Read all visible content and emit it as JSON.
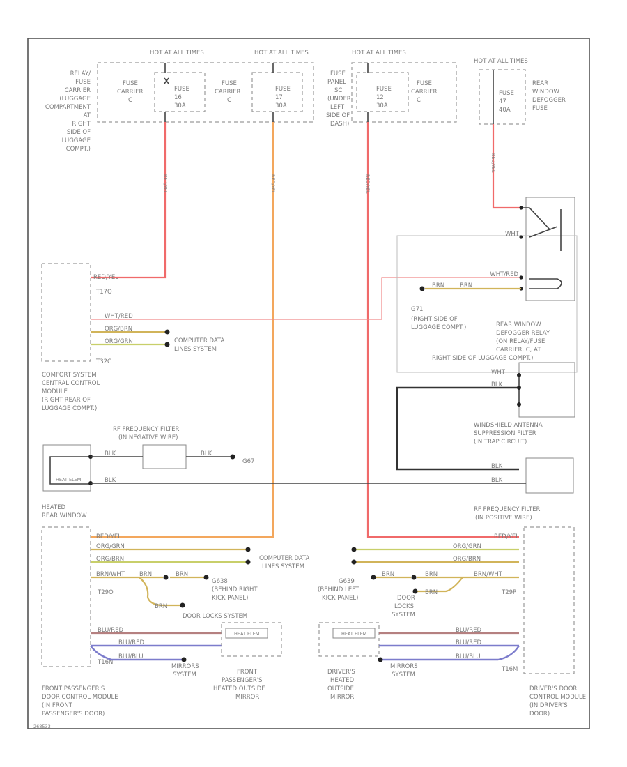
{
  "fuses": {
    "hot1": "HOT AT ALL TIMES",
    "hot2": "HOT AT ALL TIMES",
    "hot3": "HOT AT ALL TIMES",
    "hot4": "HOT AT ALL TIMES",
    "relay_carrier": [
      "RELAY/",
      "FUSE",
      "CARRIER",
      "(LUGGAGE",
      "COMPARTMENT",
      "AT",
      "RIGHT",
      "SIDE OF",
      "LUGGAGE",
      "COMPT.)"
    ],
    "fuse_carrier_a": [
      "FUSE",
      "CARRIER",
      "C"
    ],
    "fuse_carrier_b": [
      "FUSE",
      "CARRIER",
      "C"
    ],
    "fuse_carrier_c": [
      "FUSE",
      "CARRIER",
      "C"
    ],
    "fuse_a": [
      "FUSE",
      "16",
      "30A"
    ],
    "fuse_b": [
      "FUSE",
      "17",
      "30A"
    ],
    "fuse_c": [
      "FUSE",
      "12",
      "30A"
    ],
    "fuse_panel": [
      "FUSE",
      "PANEL",
      "SC",
      "(UNDER",
      "LEFT",
      "SIDE OF",
      "DASH)"
    ],
    "rear_fuse": [
      "FUSE",
      "47",
      "40A"
    ],
    "rear_fuse_label": [
      "REAR",
      "WINDOW",
      "DEFOGGER",
      "FUSE"
    ]
  },
  "wires": {
    "red_yel": "RED/YEL",
    "wht": "WHT",
    "wht_red": "WHT/RED",
    "brn": "BRN",
    "org_grn": "ORG/GRN",
    "org_brn": "ORG/BRN",
    "blk": "BLK",
    "blu_red": "BLU/RED",
    "blu_blu": "BLU/BLU",
    "brn_wht": "BRN/WHT"
  },
  "modules": {
    "comfort": [
      "COMFORT SYSTEM",
      "CENTRAL CONTROL",
      "MODULE",
      "(RIGHT REAR OF",
      "LUGGAGE COMPT.)"
    ],
    "comfort_connector_top": "T17O",
    "comfort_connector_bottom": "T32C",
    "computer_data_1": [
      "COMPUTER DATA",
      "LINES SYSTEM"
    ],
    "g1": "G71",
    "g1_desc": [
      "(RIGHT SIDE OF",
      "LUGGAGE COMPT.)"
    ],
    "defogger_relay": [
      "REAR WINDOW",
      "DEFOGGER RELAY",
      "(ON RELAY/FUSE",
      "CARRIER, C, AT"
    ],
    "defogger_relay_2": "RIGHT SIDE OF LUGGAGE COMPT.)",
    "windshield": [
      "WINDSHIELD ANTENNA",
      "SUPPRESSION FILTER",
      "(IN TRAP CIRCUIT)"
    ],
    "rf_filter_neg": [
      "RF FREQUENCY FILTER",
      "(IN NEGATIVE WIRE)"
    ],
    "rf_filter_pos": [
      "RF FREQUENCY FILTER",
      "(IN POSITIVE WIRE)"
    ],
    "g2": "G67",
    "heated_rear": [
      "HEATED",
      "REAR WINDOW"
    ],
    "computer_data_2": [
      "COMPUTER DATA",
      "LINES SYSTEM"
    ],
    "g3": "G638",
    "g3_desc": [
      "(BEHIND RIGHT",
      "KICK PANEL)"
    ],
    "g4": "G639",
    "g4_desc": [
      "(BEHIND LEFT",
      "KICK PANEL)"
    ],
    "door_locks_r": "DOOR LOCKS SYSTEM",
    "door_locks_l": [
      "DOOR",
      "LOCKS",
      "SYSTEM"
    ],
    "t_left_mid": "T29O",
    "t_right_mid": "T29P",
    "t_left_bot": "T16N",
    "t_right_bot": "T16M",
    "mirrors_r": [
      "MIRRORS",
      "SYSTEM"
    ],
    "mirrors_l": [
      "MIRRORS",
      "SYSTEM"
    ],
    "front_pass_mirror": [
      "FRONT",
      "PASSENGER'S",
      "HEATED OUTSIDE",
      "MIRROR"
    ],
    "driver_mirror": [
      "DRIVER'S",
      "HEATED",
      "OUTSIDE",
      "MIRROR"
    ],
    "front_pass_door": [
      "FRONT PASSENGER'S",
      "DOOR CONTROL MODULE",
      "(IN FRONT",
      "PASSENGER'S DOOR)"
    ],
    "driver_door": [
      "DRIVER'S DOOR",
      "CONTROL MODULE",
      "(IN DRIVER'S",
      "DOOR)"
    ],
    "heat_elem": "HEAT ELEM",
    "footer_code": "268533"
  }
}
